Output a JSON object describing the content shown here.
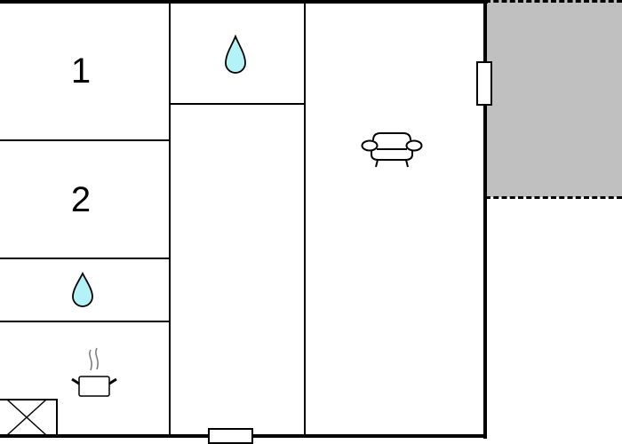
{
  "floorplan": {
    "colors": {
      "wall": "#000000",
      "terrace": "#c0c0c0",
      "water_fill": "#b3f2f7",
      "background": "#ffffff"
    },
    "rooms": [
      {
        "id": "bedroom-1",
        "label": "1",
        "type": "bedroom"
      },
      {
        "id": "bedroom-2",
        "label": "2",
        "type": "bedroom"
      },
      {
        "id": "bathroom-small",
        "type": "bathroom",
        "icon": "water-drop-icon"
      },
      {
        "id": "kitchen",
        "type": "kitchen",
        "icon": "cooking-pot-icon"
      },
      {
        "id": "bathroom-top",
        "type": "bathroom",
        "icon": "water-drop-icon"
      },
      {
        "id": "hallway",
        "type": "hallway"
      },
      {
        "id": "living-room",
        "type": "living",
        "icon": "armchair-icon"
      },
      {
        "id": "terrace",
        "type": "terrace"
      }
    ],
    "fixtures": [
      {
        "id": "stove",
        "icon": "stove-box-icon"
      },
      {
        "id": "door-right",
        "icon": "door-icon"
      },
      {
        "id": "door-bottom",
        "icon": "door-icon"
      }
    ]
  }
}
